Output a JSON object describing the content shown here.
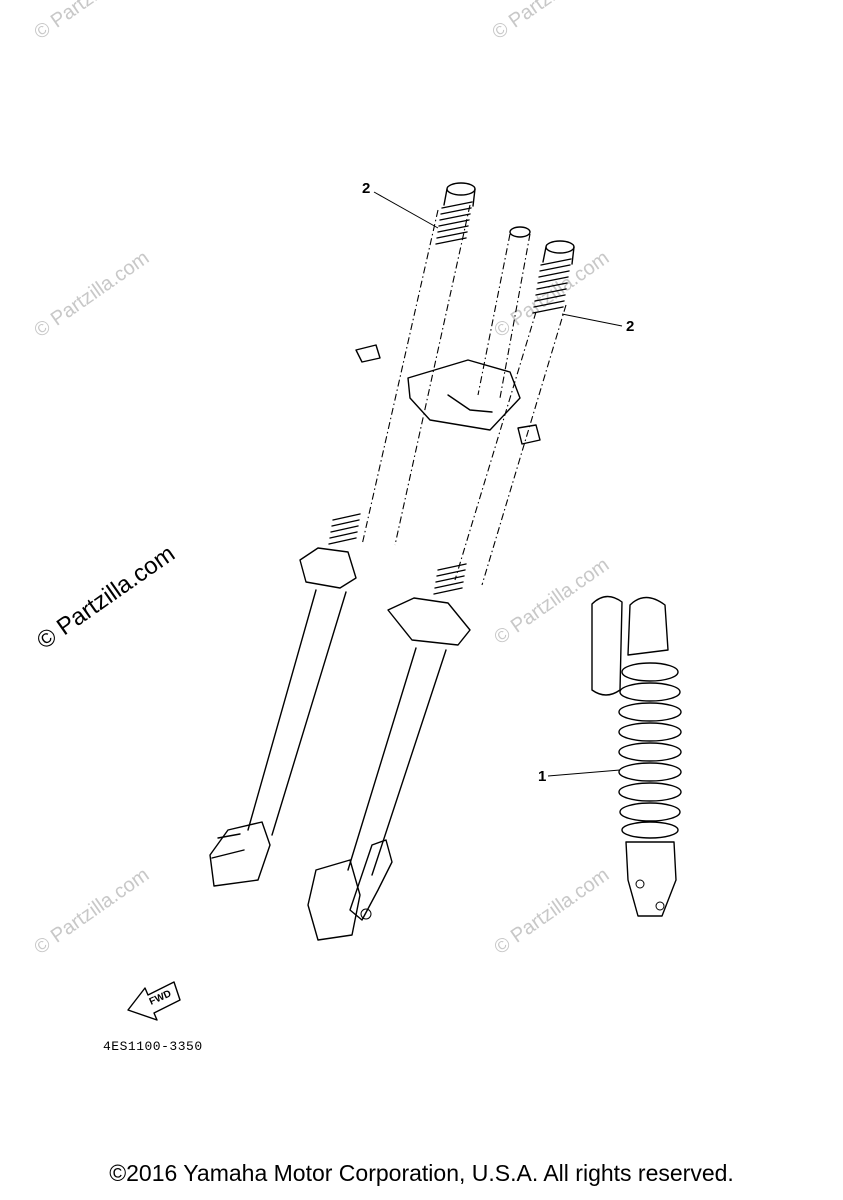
{
  "watermarks": {
    "main": "© Partzilla.com",
    "faint": "© Partzilla.com"
  },
  "callouts": {
    "fork_spring_left": "2",
    "fork_spring_right": "2",
    "shock_spring": "1"
  },
  "fwd_label": "FWD",
  "diagram_code": "4ES1100-3350",
  "copyright": "©2016 Yamaha Motor Corporation, U.S.A. All rights reserved."
}
